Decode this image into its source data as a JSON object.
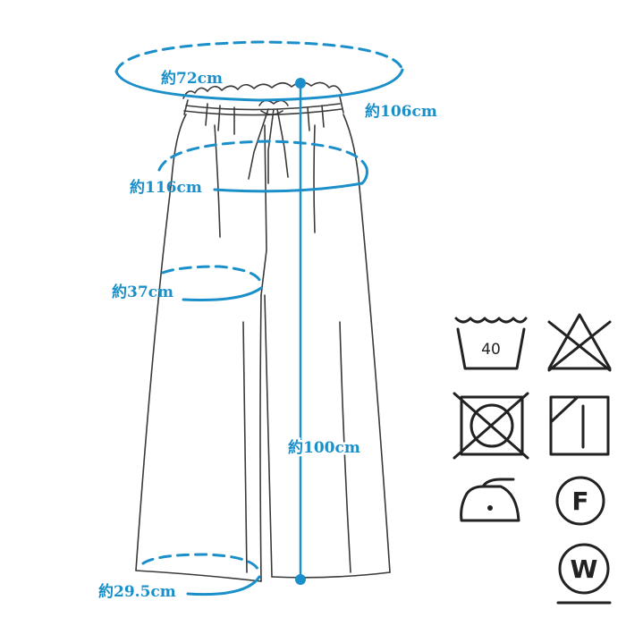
{
  "colors": {
    "accent": "#1a8fc9",
    "line": "#3a3a3a",
    "symbol": "#222222"
  },
  "measurements": {
    "waist_min": "約72cm",
    "waist_max": "約106cm",
    "hip": "約116cm",
    "thigh": "約37cm",
    "length": "約100cm",
    "hem": "約29.5cm"
  },
  "care_symbols": {
    "wash_temp": "40",
    "dry_clean_f": "F",
    "wet_clean_w": "W",
    "icons": [
      "wash-40-icon",
      "no-bleach-icon",
      "no-tumble-dry-icon",
      "line-dry-shade-icon",
      "iron-low-icon",
      "dry-clean-f-icon",
      "wet-clean-w-icon"
    ]
  }
}
